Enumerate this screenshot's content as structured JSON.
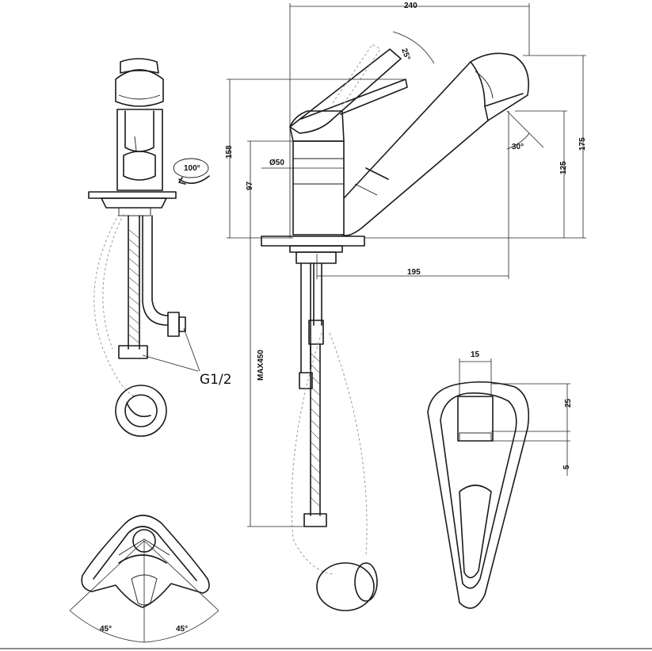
{
  "labels": {
    "top_width": "240",
    "lever_angle": "25°",
    "height_total": "158",
    "diameter": "Ø50",
    "body_height": "97",
    "spout_angle": "30°",
    "spout_reach": "195",
    "outlet_height": "125",
    "max_height": "175",
    "rotation": "100°",
    "thread": "G1/2",
    "hose_length": "MAX450",
    "handle_width": "15",
    "handle_offset": "25",
    "handle_gap": "5",
    "swivel_left": "45°",
    "swivel_right": "45°"
  }
}
